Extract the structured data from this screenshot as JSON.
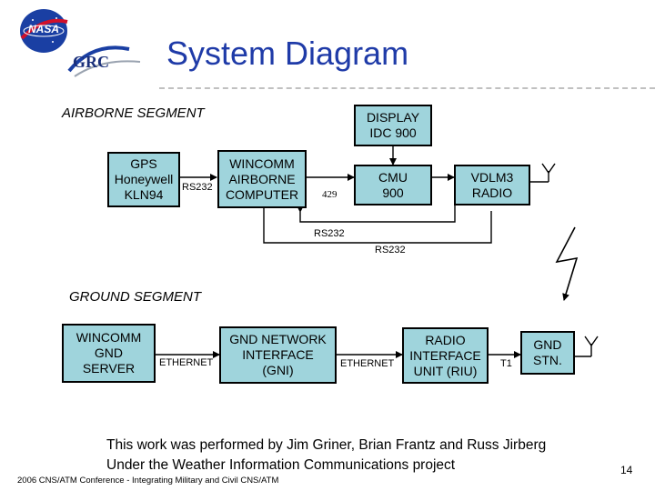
{
  "slide": {
    "title": "System Diagram",
    "page_number": "14",
    "footer": "2006 CNS/ATM Conference - Integrating Military and Civil CNS/ATM",
    "caption_line1": "This work was performed by Jim Griner, Brian Frantz and Russ Jirberg",
    "caption_line2": "Under the Weather Information Communications project"
  },
  "logos": {
    "nasa": "NASA",
    "grc": "GRC"
  },
  "airborne": {
    "heading": "AIRBORNE SEGMENT",
    "gps": "GPS\nHoneywell\nKLN94",
    "wincomm_airborne": "WINCOMM\nAIRBORNE\nCOMPUTER",
    "display": "DISPLAY\nIDC 900",
    "cmu": "CMU\n900",
    "vdlm3": "VDLM3\nRADIO",
    "link_rs232_gps": "RS232",
    "link_429": "429",
    "link_rs232_return": "RS232"
  },
  "link_rs232_mid": "RS232",
  "ground": {
    "heading": "GROUND SEGMENT",
    "wincomm_gnd": "WINCOMM\nGND\nSERVER",
    "gni": "GND NETWORK\nINTERFACE\n(GNI)",
    "riu": "RADIO\nINTERFACE\nUNIT (RIU)",
    "gnd_stn": "GND\nSTN.",
    "link_ethernet_1": "ETHERNET",
    "link_ethernet_2": "ETHERNET",
    "link_t1": "T1"
  },
  "colors": {
    "box_fill": "#9fd4dc",
    "title": "#1f3ba8"
  }
}
